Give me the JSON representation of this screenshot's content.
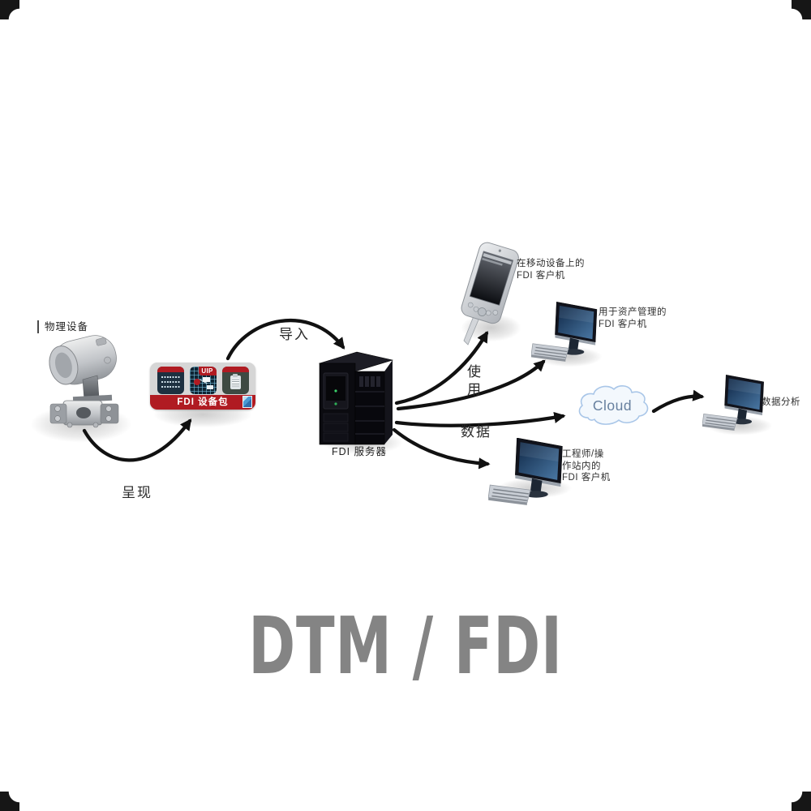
{
  "watermark": "DTM / FDI",
  "labels": {
    "physical_device": "物理设备",
    "present": "呈现",
    "import": "导入",
    "use": "使用",
    "data": "数据",
    "server": "FDI 服务器",
    "cloud": "Cloud",
    "analysis": "数据分析"
  },
  "package": {
    "title": "FDI 设备包",
    "uip": "UIP"
  },
  "clients": {
    "mobile_line1": "在移动设备上的",
    "mobile_line2": "FDI 客户机",
    "asset_line1": "用于资产管理的",
    "asset_line2": "FDI 客户机",
    "engineer_line1": "工程师/操",
    "engineer_line2": "作站内的",
    "engineer_line3": "FDI 客户机"
  },
  "colors": {
    "accent_red": "#b01b22",
    "screen_blue": "#1b3a5c",
    "cloud_stroke": "#a9c6e8",
    "cloud_text": "#67809f",
    "watermark_gray": "#848484",
    "corner_dark": "#161616"
  }
}
